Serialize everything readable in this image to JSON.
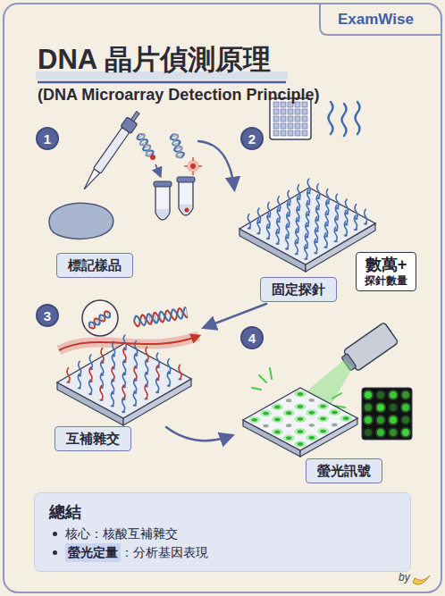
{
  "diagram": {
    "title": "DNA 晶片偵測原理",
    "nodes": [
      {
        "text": [
          "1"
        ]
      },
      {
        "text": [
          "2"
        ]
      },
      {
        "text": [
          "標記樣品"
        ]
      },
      {
        "text": [
          "數萬+",
          "探針數量"
        ]
      },
      {
        "text": [
          "固定探針"
        ]
      },
      {
        "text": [
          "3"
        ]
      },
      {
        "text": [
          "4"
        ]
      },
      {
        "text": [
          "互補雜交"
        ]
      },
      {
        "text": [
          "螢光訊號"
        ]
      },
      {
        "text": [
          "總結",
          "核心：核酸互補雜交",
          "螢光定量",
          "：分析基因表現"
        ]
      }
    ],
    "labels": [
      "ExamWise",
      "(DNA Microarray Detection Principle)",
      "by"
    ]
  }
}
